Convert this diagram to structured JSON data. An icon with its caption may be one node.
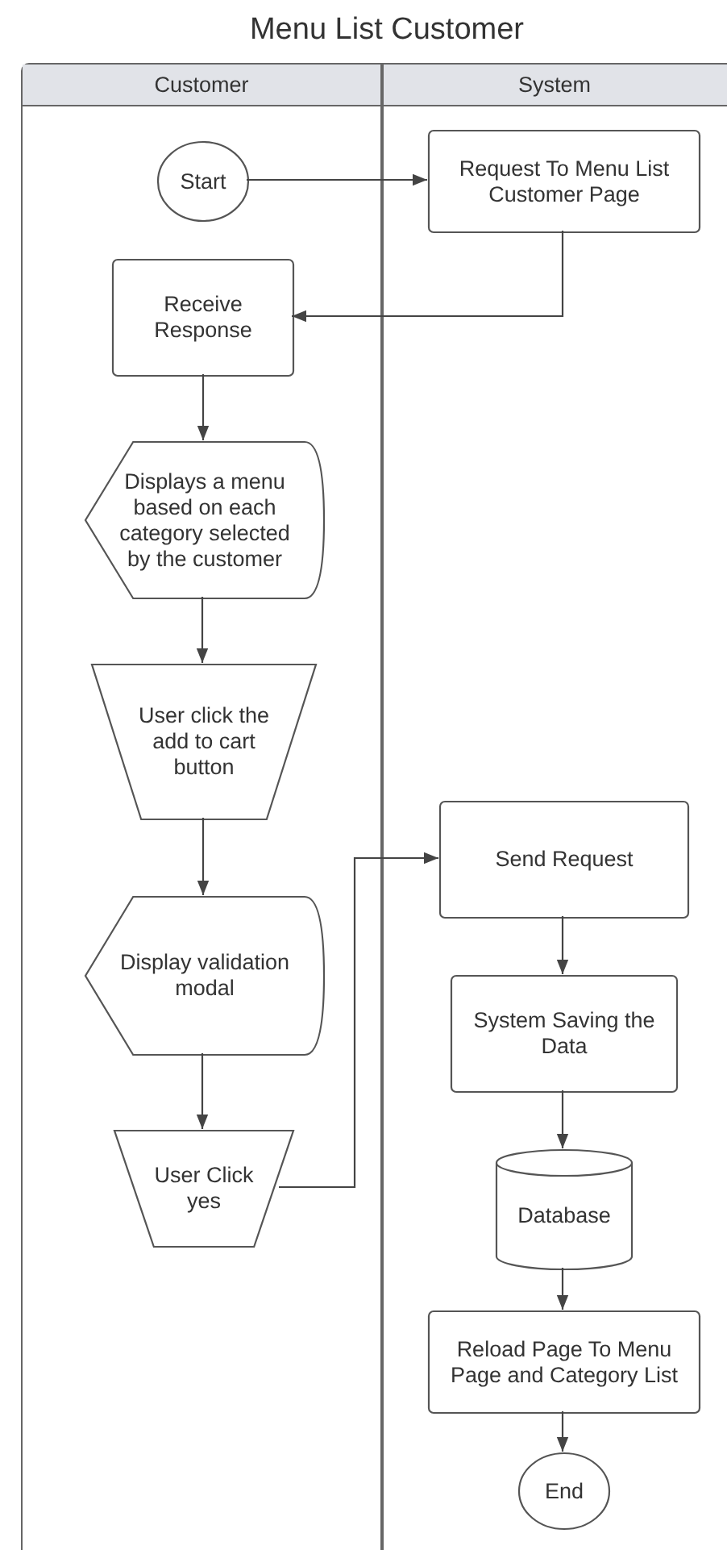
{
  "diagram": {
    "title": "Menu List Customer",
    "nodes": [
      {
        "text": [
          "Customer"
        ]
      },
      {
        "text": [
          "System"
        ]
      },
      {
        "text": [
          "Start"
        ],
        "in": 0
      },
      {
        "text": [
          "Request To Menu List Customer Page"
        ],
        "in": 1
      },
      {
        "text": [
          "Receive Response"
        ],
        "in": 0
      },
      {
        "text": [
          "Displays a menu based on each category selected by the customer"
        ],
        "in": 0
      },
      {
        "text": [
          "User click the add to cart button"
        ],
        "in": 0
      },
      {
        "text": [
          "Display validation modal"
        ],
        "in": 0
      },
      {
        "text": [
          "User Click yes"
        ],
        "in": 0
      },
      {
        "text": [
          "Send Request"
        ],
        "in": 1
      },
      {
        "text": [
          "System Saving the Data"
        ],
        "in": 1
      },
      {
        "text": [
          "Database"
        ],
        "in": 1
      },
      {
        "text": [
          "Reload Page To Menu Page and Category List"
        ],
        "in": 1
      },
      {
        "text": [
          "End"
        ],
        "in": 1
      }
    ],
    "edges": [
      {
        "from": 2,
        "to": 3,
        "arrow": "to"
      },
      {
        "from": 3,
        "to": 4,
        "arrow": "to"
      },
      {
        "from": 4,
        "to": 5,
        "arrow": "to"
      },
      {
        "from": 5,
        "to": 6,
        "arrow": "to"
      },
      {
        "from": 6,
        "to": 7,
        "arrow": "to"
      },
      {
        "from": 7,
        "to": 8,
        "arrow": "to"
      },
      {
        "from": 8,
        "to": 9,
        "arrow": "to"
      },
      {
        "from": 9,
        "to": 10,
        "arrow": "to"
      },
      {
        "from": 10,
        "to": 11,
        "arrow": "to"
      },
      {
        "from": 11,
        "to": 12,
        "arrow": "to"
      },
      {
        "from": 12,
        "to": 13,
        "arrow": "to"
      }
    ]
  }
}
